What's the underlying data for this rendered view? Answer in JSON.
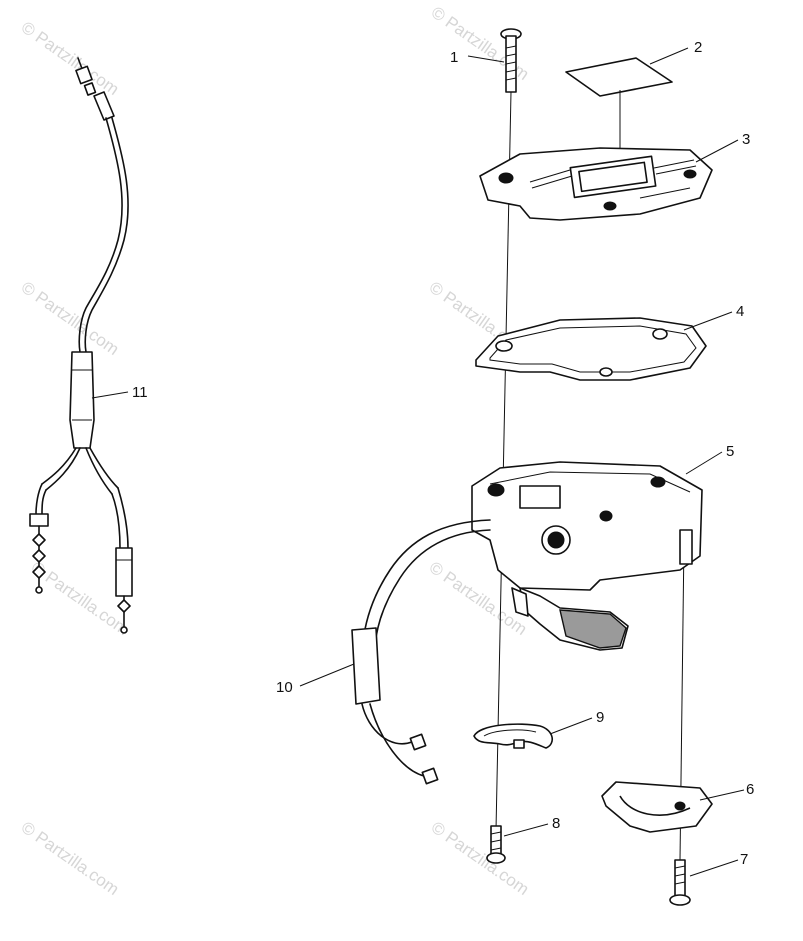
{
  "watermark": "© Partzilla.com",
  "callouts": [
    {
      "id": "1",
      "label": "1"
    },
    {
      "id": "2",
      "label": "2"
    },
    {
      "id": "3",
      "label": "3"
    },
    {
      "id": "4",
      "label": "4"
    },
    {
      "id": "5",
      "label": "5"
    },
    {
      "id": "6",
      "label": "6"
    },
    {
      "id": "7",
      "label": "7"
    },
    {
      "id": "8",
      "label": "8"
    },
    {
      "id": "9",
      "label": "9"
    },
    {
      "id": "10",
      "label": "10"
    },
    {
      "id": "11",
      "label": "11"
    }
  ]
}
